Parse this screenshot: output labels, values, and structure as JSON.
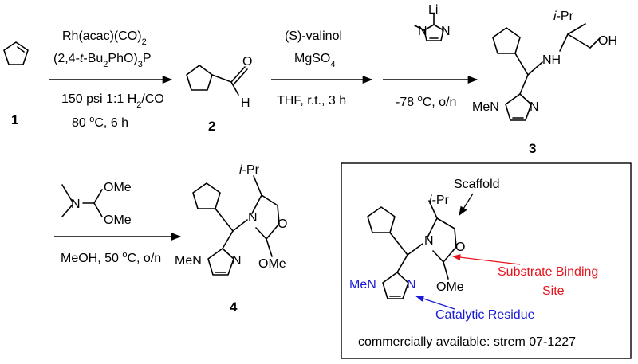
{
  "colors": {
    "ink": "#000000",
    "red": "#e8141c",
    "blue": "#1a1ad6"
  },
  "compounds": {
    "c1": "1",
    "c2": "2",
    "c3": "3",
    "c4": "4"
  },
  "step1": {
    "line1": "Rh(acac)(CO)",
    "line1_sub": "2",
    "line2": "(2,4-",
    "line2_ital": "t",
    "line2_rest": "-Bu",
    "line2_sub": "2",
    "line2_end": "PhO)",
    "line2_sub2": "3",
    "line2_tail": "P",
    "line3": "150 psi 1:1 H",
    "line3_sub": "2",
    "line3_end": "/CO",
    "line4": "80 ",
    "line4_sup": "o",
    "line4_end": "C, 6 h"
  },
  "step2": {
    "line1": "(S)-valinol",
    "line2": "MgSO",
    "line2_sub": "4",
    "line3": "THF, r.t., 3 h"
  },
  "step3": {
    "reagent_li": "Li",
    "reagent_n1": "N",
    "reagent_n2": "N",
    "cond": "-78 ",
    "cond_sup": "o",
    "cond_end": "C, o/n"
  },
  "step4": {
    "ome1": "OMe",
    "ome2": "OMe",
    "n": "N",
    "cond": "MeOH, 50 ",
    "cond_sup": "o",
    "cond_end": "C, o/n"
  },
  "atoms": {
    "o_ald": "O",
    "h_ald": "H",
    "ipr_i": "i",
    "ipr_rest": "-Pr",
    "nh": "NH",
    "oh": "OH",
    "men": "MeN",
    "n": "N",
    "o": "O",
    "ome": "OMe"
  },
  "box": {
    "scaffold": "Scaffold",
    "substrate1": "Substrate Binding",
    "substrate2": "Site",
    "catalytic": "Catalytic Residue",
    "footer": "commercially available: strem 07-1227"
  }
}
